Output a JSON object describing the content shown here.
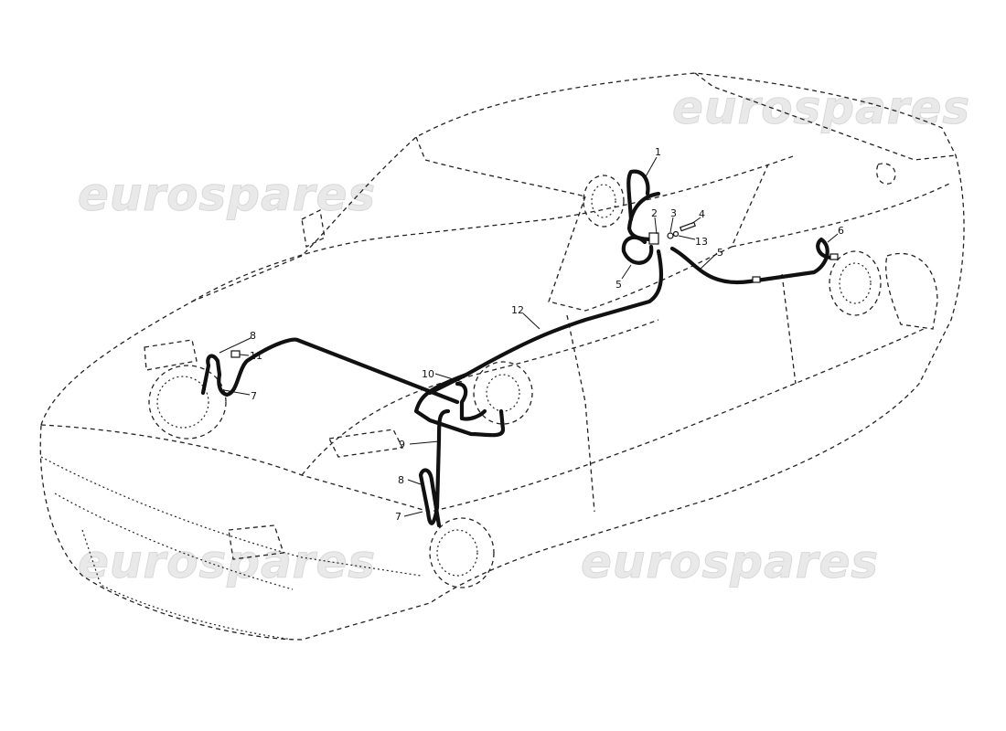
{
  "diagram": {
    "title": "Brake pipes layout",
    "watermark": "eurospares",
    "callouts": [
      "1",
      "2",
      "3",
      "4",
      "13",
      "5",
      "5",
      "6",
      "12",
      "8",
      "11",
      "7",
      "10",
      "9",
      "8",
      "7"
    ]
  }
}
